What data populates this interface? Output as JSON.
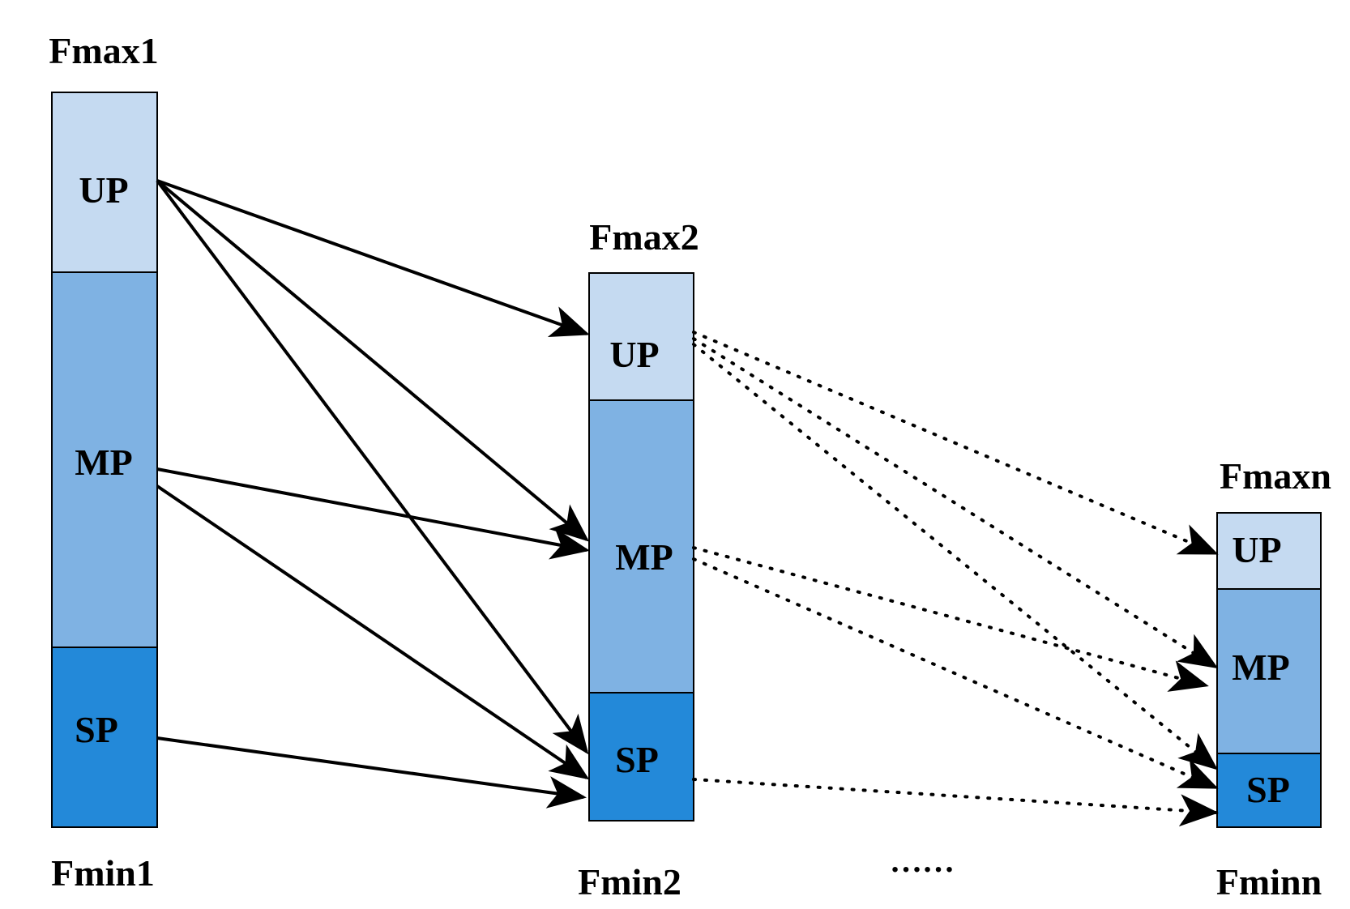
{
  "colors": {
    "up": "#c5daf1",
    "mp": "#7fb2e3",
    "sp": "#2389d9",
    "line": "#000000"
  },
  "columns": [
    {
      "id": "col1",
      "max_label": "Fmax1",
      "min_label": "Fmin1",
      "segments": [
        {
          "key": "up",
          "label": "UP"
        },
        {
          "key": "mp",
          "label": "MP"
        },
        {
          "key": "sp",
          "label": "SP"
        }
      ]
    },
    {
      "id": "col2",
      "max_label": "Fmax2",
      "min_label": "Fmin2",
      "segments": [
        {
          "key": "up",
          "label": "UP"
        },
        {
          "key": "mp",
          "label": "MP"
        },
        {
          "key": "sp",
          "label": "SP"
        }
      ]
    },
    {
      "id": "coln",
      "max_label": "Fmaxn",
      "min_label": "Fminn",
      "segments": [
        {
          "key": "up",
          "label": "UP"
        },
        {
          "key": "mp",
          "label": "MP"
        },
        {
          "key": "sp",
          "label": "SP"
        }
      ]
    }
  ],
  "ellipsis": "……",
  "arrows": [
    {
      "from": "col1.up",
      "to": "col2.up",
      "style": "solid"
    },
    {
      "from": "col1.up",
      "to": "col2.mp",
      "style": "solid"
    },
    {
      "from": "col1.up",
      "to": "col2.sp",
      "style": "solid"
    },
    {
      "from": "col1.mp",
      "to": "col2.mp",
      "style": "solid"
    },
    {
      "from": "col1.mp",
      "to": "col2.sp",
      "style": "solid"
    },
    {
      "from": "col1.sp",
      "to": "col2.sp",
      "style": "solid"
    },
    {
      "from": "col2.up",
      "to": "coln.up",
      "style": "dotted"
    },
    {
      "from": "col2.up",
      "to": "coln.mp",
      "style": "dotted"
    },
    {
      "from": "col2.up",
      "to": "coln.sp",
      "style": "dotted"
    },
    {
      "from": "col2.mp",
      "to": "coln.mp",
      "style": "dotted"
    },
    {
      "from": "col2.mp",
      "to": "coln.sp",
      "style": "dotted"
    },
    {
      "from": "col2.sp",
      "to": "coln.sp",
      "style": "dotted"
    }
  ]
}
